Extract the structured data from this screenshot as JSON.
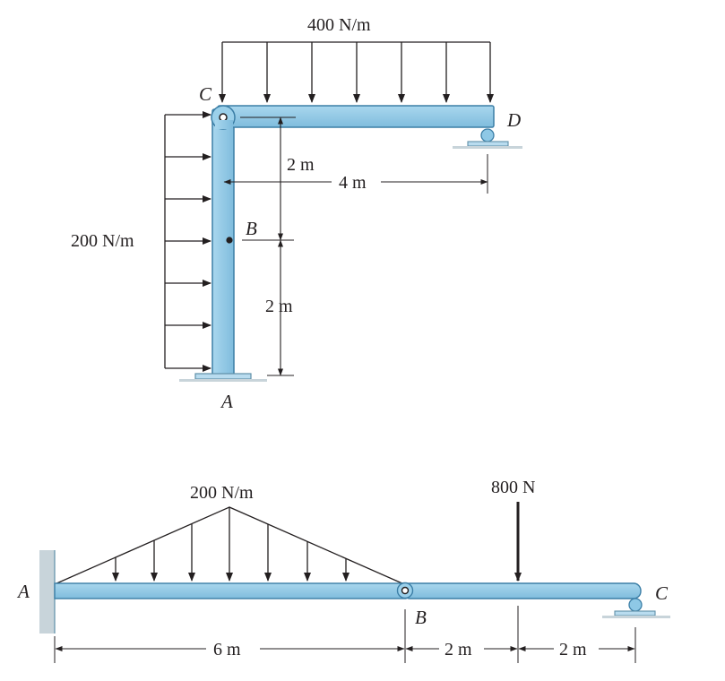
{
  "colors": {
    "member_fill": "#8ec8e6",
    "member_stroke": "#3b7ea6",
    "ground_fill": "#b9dcef",
    "ground_stroke": "#5f8fa8",
    "line": "#231f20"
  },
  "top_frame": {
    "label_C": "C",
    "label_D": "D",
    "label_B": "B",
    "label_A": "A",
    "load_top": "400 N/m",
    "load_left": "200 N/m",
    "dim_2m_upper": "2 m",
    "dim_4m": "4 m",
    "dim_2m_lower": "2 m"
  },
  "bottom_beam": {
    "label_A": "A",
    "label_B": "B",
    "label_C": "C",
    "load_triangular": "200 N/m",
    "load_point": "800 N",
    "dim_6m": "6 m",
    "dim_2m_first": "2 m",
    "dim_2m_second": "2 m"
  }
}
